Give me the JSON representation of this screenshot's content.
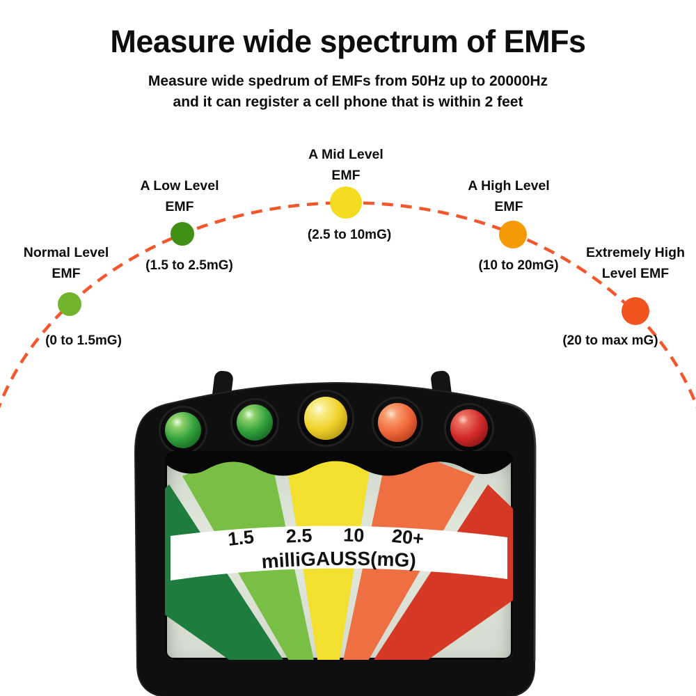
{
  "header": {
    "title": "Measure wide spectrum of EMFs",
    "subtitle": "Measure wide spedrum of EMFs from 50Hz up to 20000Hz\nand it can register a cell phone that is within 2 feet"
  },
  "arc": {
    "color": "#f4572b"
  },
  "levels": [
    {
      "name": "Normal Level\nEMF",
      "range": "(0 to 1.5mG)",
      "color": "#72b32c"
    },
    {
      "name": "A Low Level\nEMF",
      "range": "(1.5 to 2.5mG)",
      "color": "#3f9015"
    },
    {
      "name": "A Mid Level\nEMF",
      "range": "(2.5 to 10mG)",
      "color": "#f4dd20"
    },
    {
      "name": "A High Level\nEMF",
      "range": "(10 to 20mG)",
      "color": "#f59905"
    },
    {
      "name": "Extremely High\nLevel EMF",
      "range": "(20 to max mG)",
      "color": "#f2541f"
    }
  ],
  "meter": {
    "scale_ticks": [
      "1.5",
      "2.5",
      "10",
      "20+"
    ],
    "unit_label": "milliGAUSS(mG)",
    "led_colors": [
      "#2f9e3a",
      "#2f9e3a",
      "#f0d32c",
      "#f2693c",
      "#d42b2b"
    ],
    "gauge_wedge_colors": [
      "#1e7c3e",
      "#79bf45",
      "#f2df2e",
      "#ee6f41",
      "#d63826"
    ]
  }
}
